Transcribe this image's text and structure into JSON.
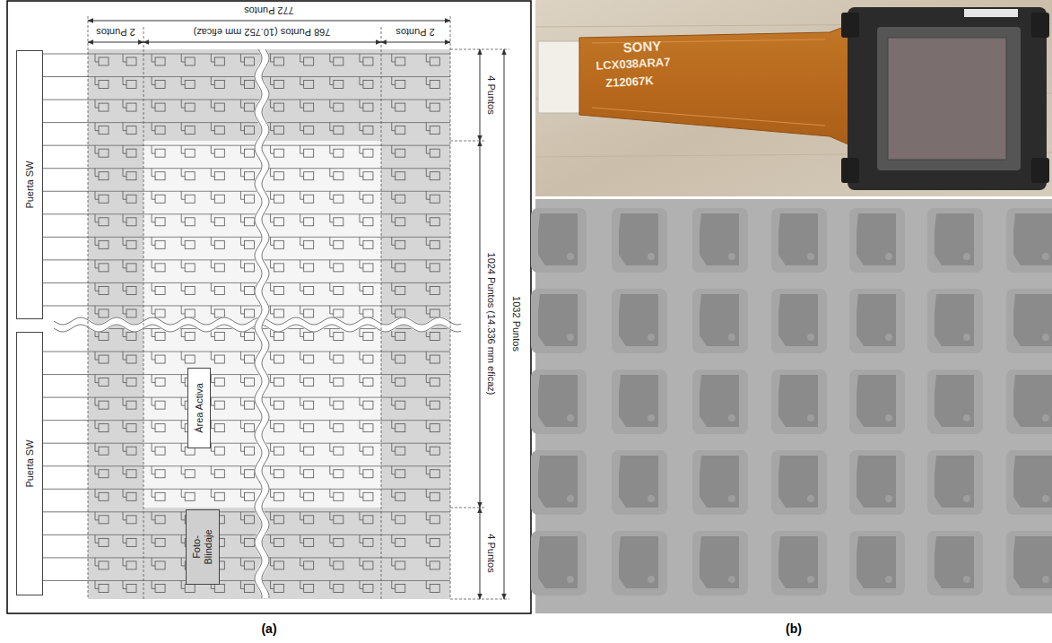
{
  "diagram": {
    "nodes": [
      {
        "text": [
          "Puerta SW"
        ]
      },
      {
        "text": [
          "Puerta SW"
        ]
      },
      {
        "text": [
          "Área Activa"
        ]
      },
      {
        "text": [
          "Foto-Blindaje"
        ]
      }
    ],
    "labels": [
      "772 Puntos",
      "2 Puntos",
      "768 Puntos (10.752 mm eficaz)",
      "2 Puntos",
      "4 Puntos",
      "1024 Puntos (14.336 mm eficaz)",
      "1032 Puntos",
      "4 Puntos",
      "SONY",
      "LCX038ARA7",
      "Z12067K",
      "(a)",
      "(b)"
    ]
  }
}
